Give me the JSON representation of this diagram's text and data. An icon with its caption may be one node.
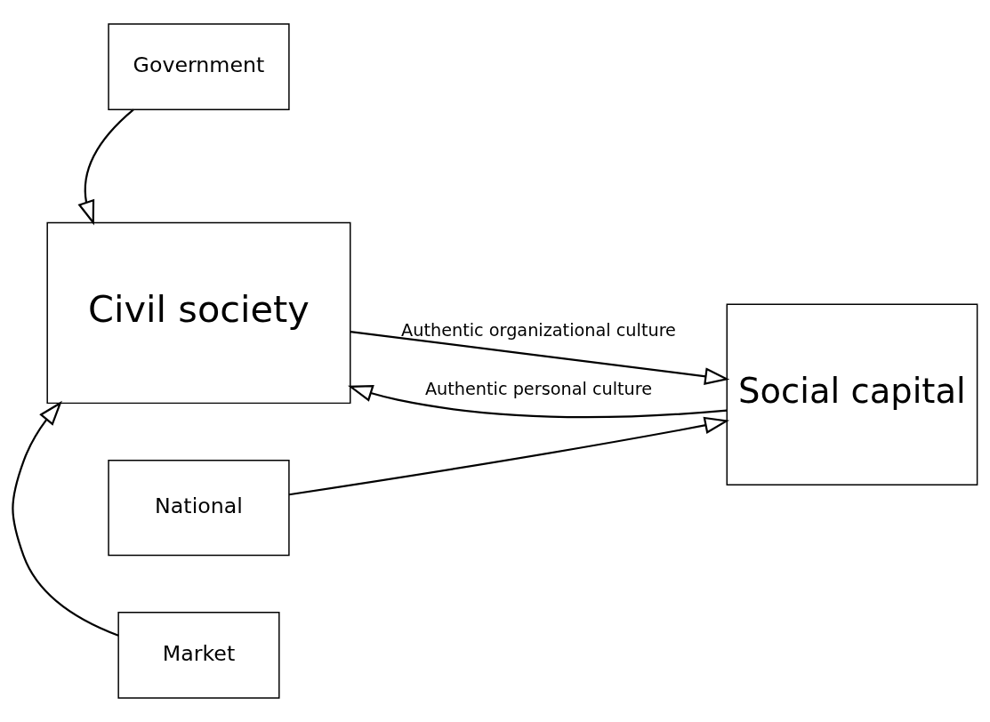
{
  "diagram": {
    "nodes": [
      {
        "text": [
          "Government"
        ]
      },
      {
        "text": [
          "Social capital"
        ]
      },
      {
        "text": [
          "Civil society"
        ]
      },
      {
        "text": [
          "National"
        ]
      },
      {
        "text": [
          "Market"
        ]
      }
    ],
    "edges": [
      {
        "from": 1,
        "to": 2,
        "arrow": "to",
        "label": "Authentic personal culture"
      },
      {
        "from": 2,
        "to": 1,
        "arrow": "to",
        "label": "Authentic organizational culture"
      },
      {
        "from": 3,
        "to": 1,
        "arrow": "to"
      },
      {
        "from": 0,
        "to": 2,
        "arrow": "to"
      },
      {
        "from": 4,
        "to": 2,
        "arrow": "to"
      }
    ]
  }
}
